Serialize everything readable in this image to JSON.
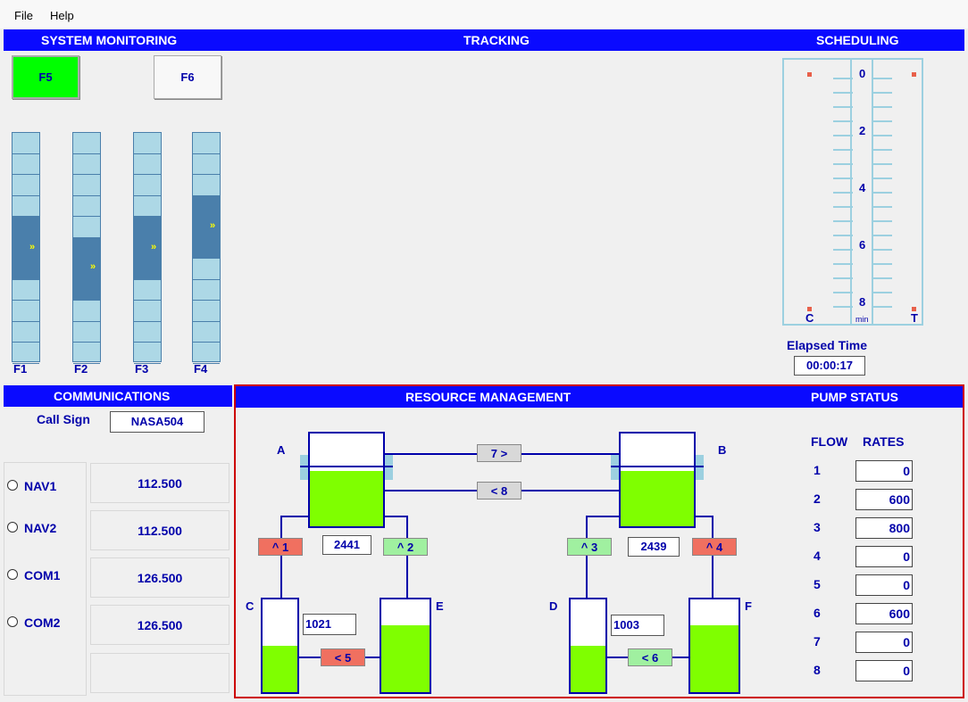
{
  "menu": {
    "file": "File",
    "help": "Help"
  },
  "headers": {
    "system_monitoring": "SYSTEM MONITORING",
    "tracking": "TRACKING",
    "scheduling": "SCHEDULING",
    "communications": "COMMUNICATIONS",
    "resource_management": "RESOURCE MANAGEMENT",
    "pump_status": "PUMP STATUS"
  },
  "colors": {
    "header_bg": "#0a0aff",
    "active_green": "#00ff00",
    "fluid": "#7fff00",
    "pump_fail": "#f07060",
    "pump_on": "#a0f0a0",
    "pump_off": "#d8d8d8",
    "highlight_border": "#cc0000"
  },
  "monitoring": {
    "f5": {
      "label": "F5",
      "state": "active"
    },
    "f6": {
      "label": "F6",
      "state": "normal"
    },
    "gauges": [
      {
        "label": "F1",
        "arrow": "»"
      },
      {
        "label": "F2",
        "arrow": "»"
      },
      {
        "label": "F3",
        "arrow": "»"
      },
      {
        "label": "F4",
        "arrow": "»"
      }
    ]
  },
  "scheduling": {
    "ticks": [
      "0",
      "2",
      "4",
      "6",
      "8"
    ],
    "left_label": "C",
    "right_label": "T",
    "unit": "min",
    "elapsed_label": "Elapsed Time",
    "elapsed_value": "00:00:17"
  },
  "communications": {
    "call_sign_label": "Call Sign",
    "call_sign_value": "NASA504",
    "channels": [
      {
        "name": "NAV1",
        "freq": "112.500"
      },
      {
        "name": "NAV2",
        "freq": "112.500"
      },
      {
        "name": "COM1",
        "freq": "126.500"
      },
      {
        "name": "COM2",
        "freq": "126.500"
      }
    ]
  },
  "resource": {
    "tanks": {
      "a": "A",
      "b": "B",
      "c": "C",
      "d": "D",
      "e": "E",
      "f": "F"
    },
    "levels": {
      "a": "2441",
      "b": "2439",
      "c": "1021",
      "d": "1003"
    },
    "pumps": {
      "p1": {
        "label": "^ 1",
        "state": "fail"
      },
      "p2": {
        "label": "^ 2",
        "state": "on"
      },
      "p3": {
        "label": "^ 3",
        "state": "on"
      },
      "p4": {
        "label": "^ 4",
        "state": "fail"
      },
      "p5": {
        "label": "< 5",
        "state": "fail"
      },
      "p6": {
        "label": "< 6",
        "state": "on"
      },
      "p7": {
        "label": "7 >",
        "state": "off"
      },
      "p8": {
        "label": "< 8",
        "state": "off"
      }
    }
  },
  "pump_status": {
    "flow_label": "FLOW",
    "rates_label": "RATES",
    "rows": [
      {
        "num": "1",
        "rate": "0"
      },
      {
        "num": "2",
        "rate": "600"
      },
      {
        "num": "3",
        "rate": "800"
      },
      {
        "num": "4",
        "rate": "0"
      },
      {
        "num": "5",
        "rate": "0"
      },
      {
        "num": "6",
        "rate": "600"
      },
      {
        "num": "7",
        "rate": "0"
      },
      {
        "num": "8",
        "rate": "0"
      }
    ]
  }
}
